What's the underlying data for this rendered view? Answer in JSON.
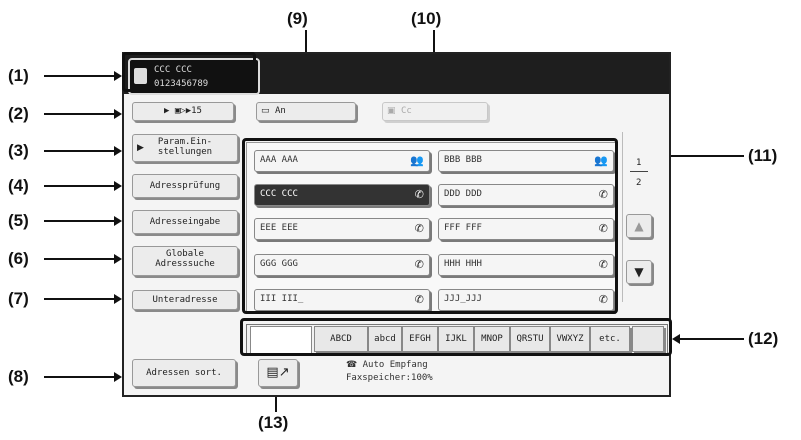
{
  "sender": {
    "line1": "CCC CCC",
    "line2": "0123456789"
  },
  "toolbar": {
    "direct_tx_label": "▶ ▣▷▶15",
    "to_label": "An",
    "cc_label": "Cc"
  },
  "left_buttons": {
    "settings_line1": "Param.Ein-",
    "settings_line2": "stellungen",
    "address_review": "Adressprüfung",
    "address_entry": "Adresseingabe",
    "global_search_line1": "Globale",
    "global_search_line2": "Adresssuche",
    "sub_address": "Unteradresse",
    "sort_address": "Adressen sort."
  },
  "entries": [
    {
      "label": "AAA AAA",
      "icon": "group-icon"
    },
    {
      "label": "BBB BBB",
      "icon": "group-icon"
    },
    {
      "label": "CCC CCC",
      "icon": "fax-icon",
      "selected": true
    },
    {
      "label": "DDD DDD",
      "icon": "fax-icon"
    },
    {
      "label": "EEE EEE",
      "icon": "fax-icon"
    },
    {
      "label": "FFF FFF",
      "icon": "fax-icon"
    },
    {
      "label": "GGG GGG",
      "icon": "fax-icon"
    },
    {
      "label": "HHH HHH",
      "icon": "fax-icon"
    },
    {
      "label": "III III_",
      "icon": "fax-icon"
    },
    {
      "label": "JJJ_JJJ",
      "icon": "fax-icon"
    }
  ],
  "page": {
    "current": "1",
    "total": "2"
  },
  "index_tabs": [
    "ABCD",
    "EFGH",
    "IJKL",
    "MNOP",
    "QRSTU",
    "VWXYZ",
    "etc."
  ],
  "index_tab_labels_display": [
    "ABCD",
    "abcd",
    "EFGH",
    "IJKL",
    "MNOP",
    "QRSTU",
    "VWXYZ",
    "etc."
  ],
  "status": {
    "line1": "Auto Empfang",
    "line2": "Faxspeicher:100%"
  },
  "callouts": [
    "(1)",
    "(2)",
    "(3)",
    "(4)",
    "(5)",
    "(6)",
    "(7)",
    "(8)",
    "(9)",
    "(10)",
    "(11)",
    "(12)",
    "(13)"
  ]
}
